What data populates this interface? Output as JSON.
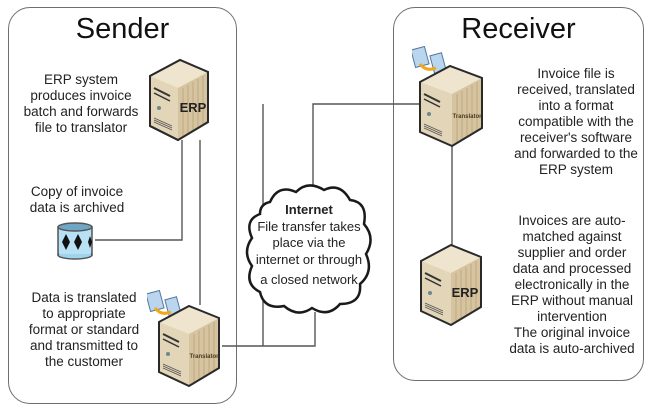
{
  "sender": {
    "title": "Sender",
    "steps": [
      {
        "text": "ERP system produces invoice batch and forwards file to translator"
      },
      {
        "text": "Copy of invoice data is archived"
      },
      {
        "text": "Data is translated to appropriate format or standard and transmitted to the customer"
      }
    ],
    "erp_label": "ERP",
    "translator_label": "Translator"
  },
  "network": {
    "title": "Internet",
    "text_lines": [
      "File transfer takes",
      "place via the",
      "internet or through",
      "a closed network"
    ]
  },
  "receiver": {
    "title": "Receiver",
    "steps": [
      {
        "text": "Invoice file is received, translated into a format compatible with the receiver's software and forwarded to the ERP system"
      },
      {
        "text": "Invoices are auto-matched against supplier and order data and processed electronically in the ERP without manual intervention"
      },
      {
        "text": "The original invoice data is auto-archived"
      }
    ],
    "erp_label": "ERP",
    "translator_label": "Translator"
  },
  "colors": {
    "server_body": "#e3d5b8",
    "server_side": "#d6c4a0",
    "outline": "#2a2a2a",
    "wire": "#555555",
    "archive": "#9fd3ee",
    "arrow": "#f0a818"
  }
}
